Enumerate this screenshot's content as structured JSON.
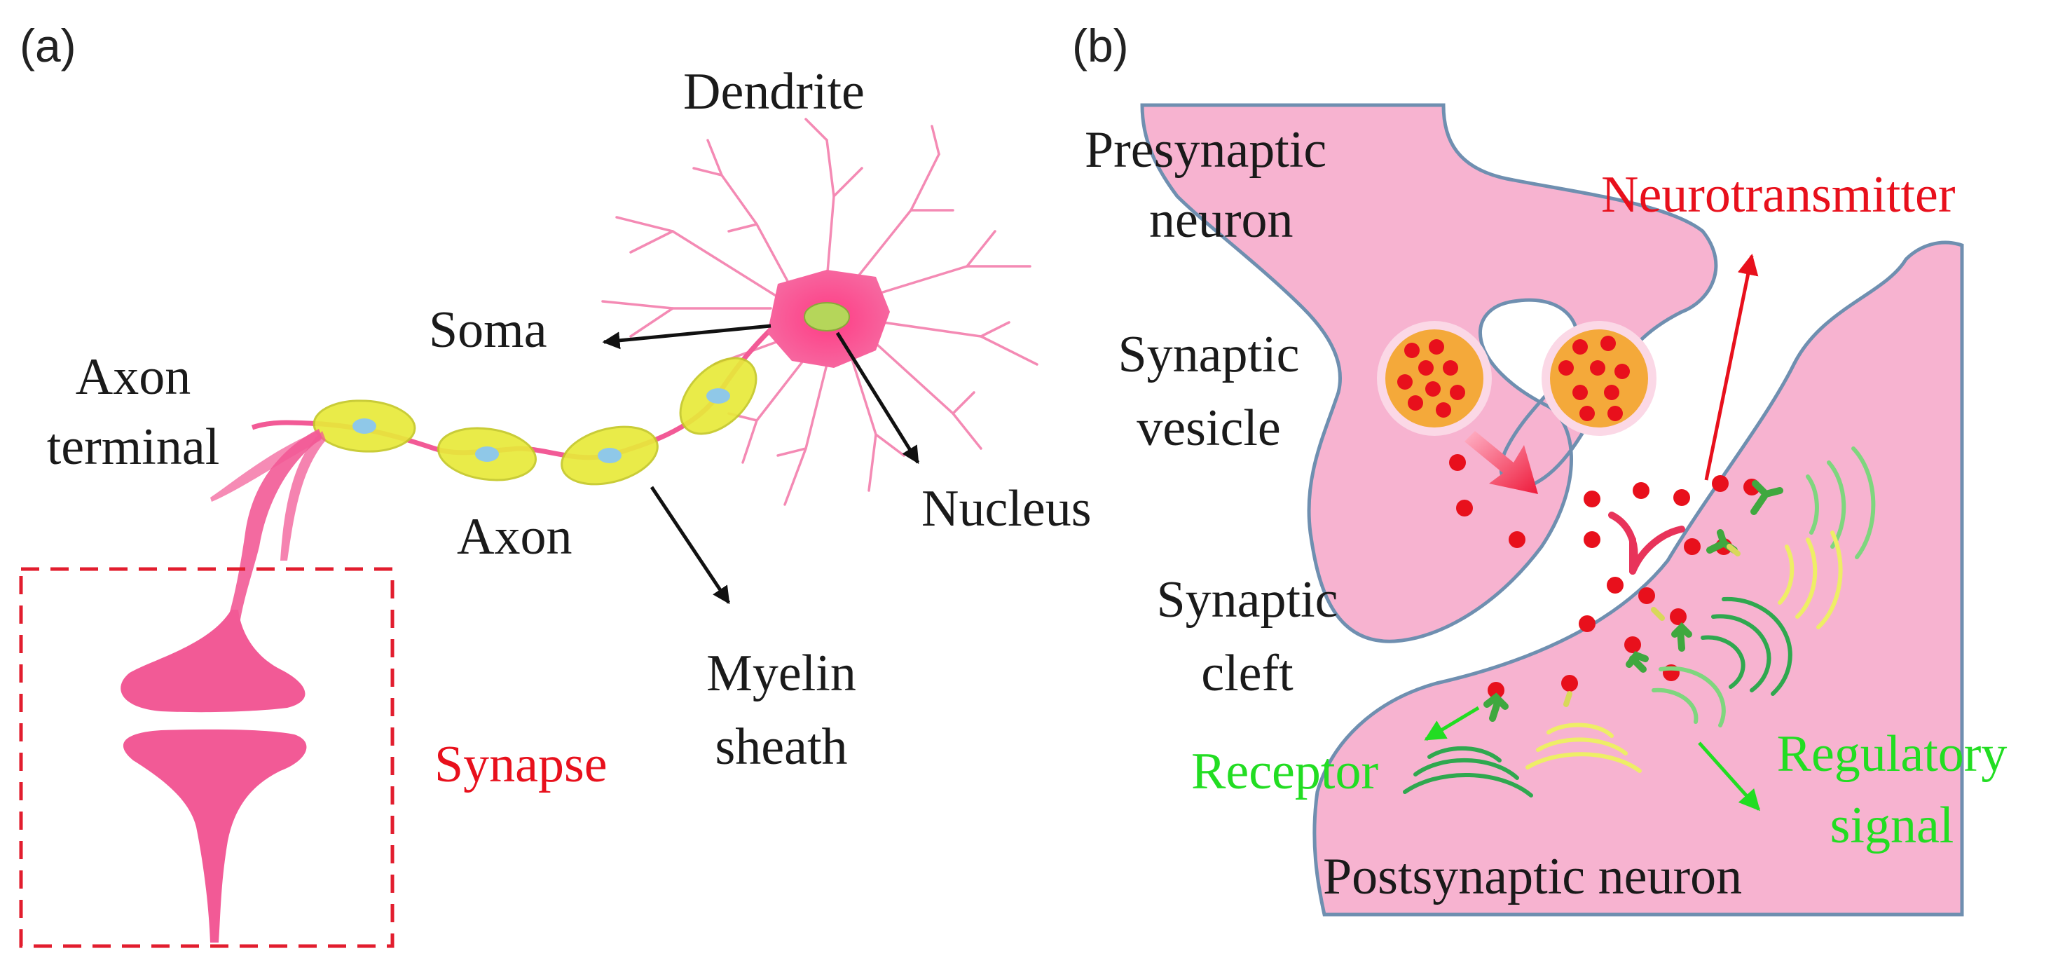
{
  "panel_a": {
    "tag": "(a)",
    "labels": {
      "dendrite": "Dendrite",
      "soma": "Soma",
      "axon_terminal_1": "Axon",
      "axon_terminal_2": "terminal",
      "axon": "Axon",
      "nucleus": "Nucleus",
      "myelin_1": "Myelin",
      "myelin_2": "sheath",
      "synapse": "Synapse"
    }
  },
  "panel_b": {
    "tag": "(b)",
    "labels": {
      "presynaptic_1": "Presynaptic",
      "presynaptic_2": "neuron",
      "neurotransmitter": "Neurotransmitter",
      "vesicle_1": "Synaptic",
      "vesicle_2": "vesicle",
      "cleft_1": "Synaptic",
      "cleft_2": "cleft",
      "receptor": "Receptor",
      "regulatory_1": "Regulatory",
      "regulatory_2": "signal",
      "postsynaptic": "Postsynaptic neuron"
    }
  },
  "colors": {
    "neuron_pink": "#f7b3d0",
    "soma_pink": "#f0508c",
    "myelin_yellow": "#e8ea3a",
    "node_blue": "#8fc8e8",
    "vesicle_orange": "#f4a93a",
    "transmitter_red": "#e8101c",
    "label_red": "#e8101c",
    "label_green": "#22dd22",
    "receptor_green": "#3fa83f",
    "signal_yellow": "#eeee66"
  }
}
